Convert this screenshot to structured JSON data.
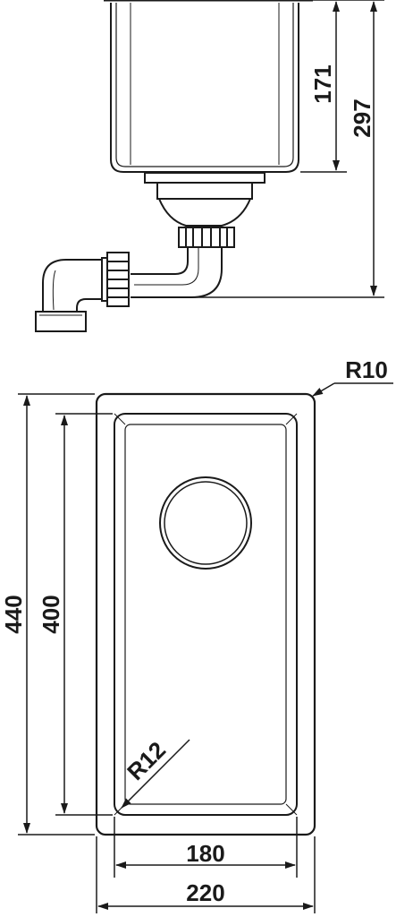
{
  "colors": {
    "line": "#1a1a1a",
    "background": "#ffffff"
  },
  "side_view": {
    "dimensions": {
      "bowl_depth": "171",
      "overall_depth": "297"
    }
  },
  "top_view": {
    "dimensions": {
      "outer_height": "440",
      "inner_height": "400",
      "inner_width": "180",
      "outer_width": "220",
      "outer_radius": "R10",
      "inner_radius": "R12"
    }
  }
}
